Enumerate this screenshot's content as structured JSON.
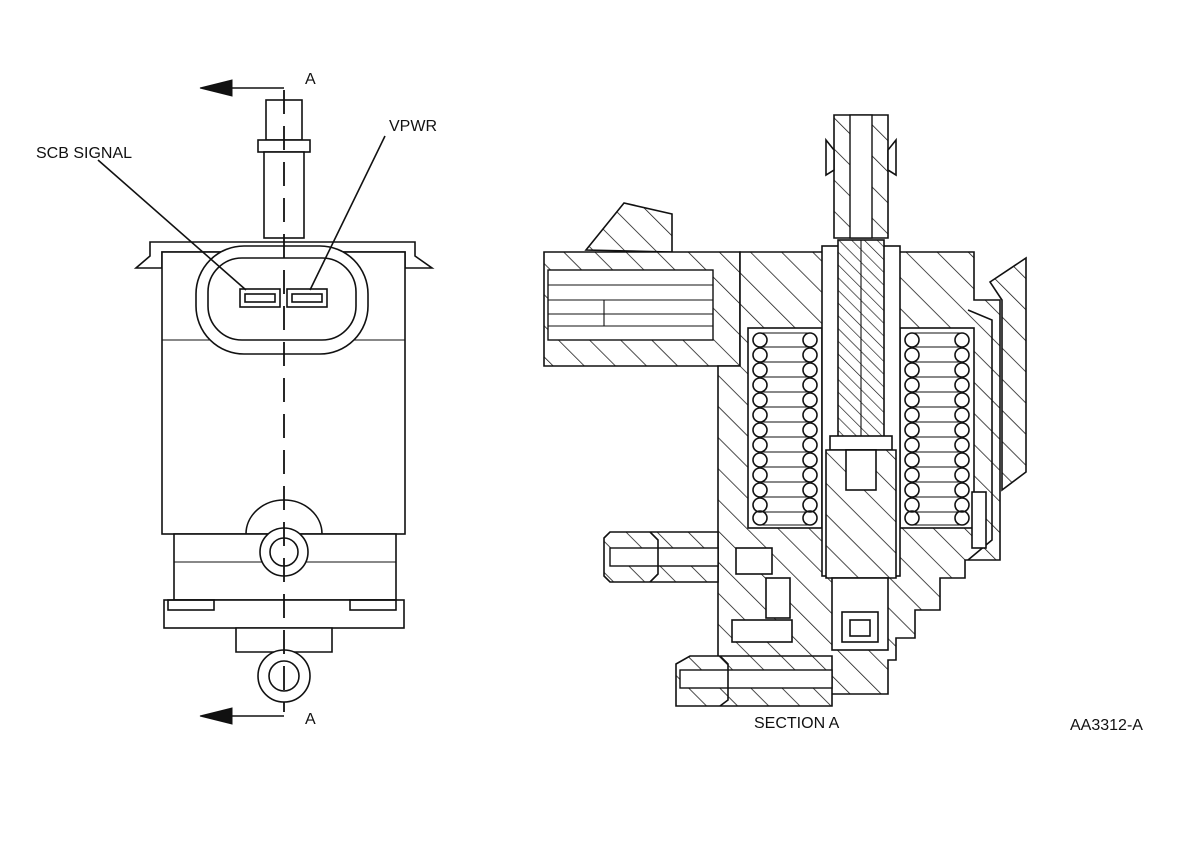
{
  "labels": {
    "section_marker_top": "A",
    "section_marker_bottom": "A",
    "scb_signal": "SCB SIGNAL",
    "vpwr": "VPWR",
    "section_title": "SECTION A",
    "figure_id": "AA3312-A"
  },
  "colors": {
    "line": "#111111",
    "background": "#ffffff"
  }
}
